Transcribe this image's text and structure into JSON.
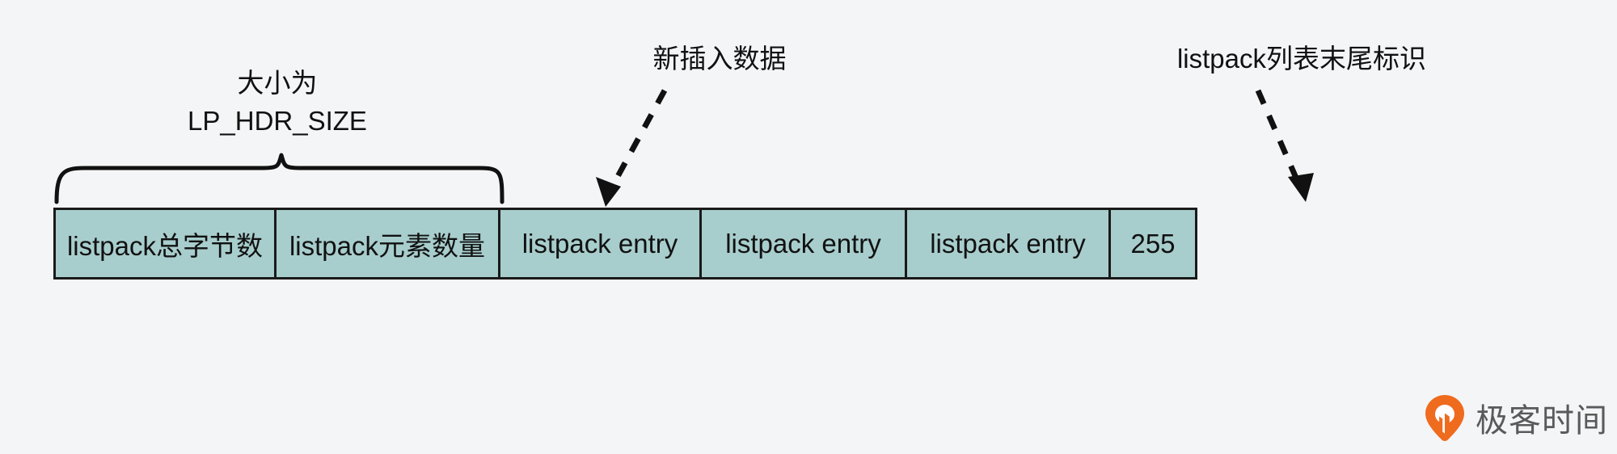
{
  "diagram": {
    "background_color": "#f4f5f7",
    "annotations": {
      "brace_label_line1": "大小为",
      "brace_label_line2": "LP_HDR_SIZE",
      "insert_label": "新插入数据",
      "tail_label": "listpack列表末尾标识"
    },
    "table": {
      "fill_color": "#a8cdcd",
      "border_color": "#1a1a1a",
      "cells": [
        {
          "label": "listpack总字节数"
        },
        {
          "label": "listpack元素数量"
        },
        {
          "label": "listpack entry"
        },
        {
          "label": "listpack entry"
        },
        {
          "label": "listpack entry"
        },
        {
          "label": "255"
        }
      ]
    },
    "watermark": {
      "text": "极客时间",
      "logo_color": "#ef6b1e"
    }
  }
}
